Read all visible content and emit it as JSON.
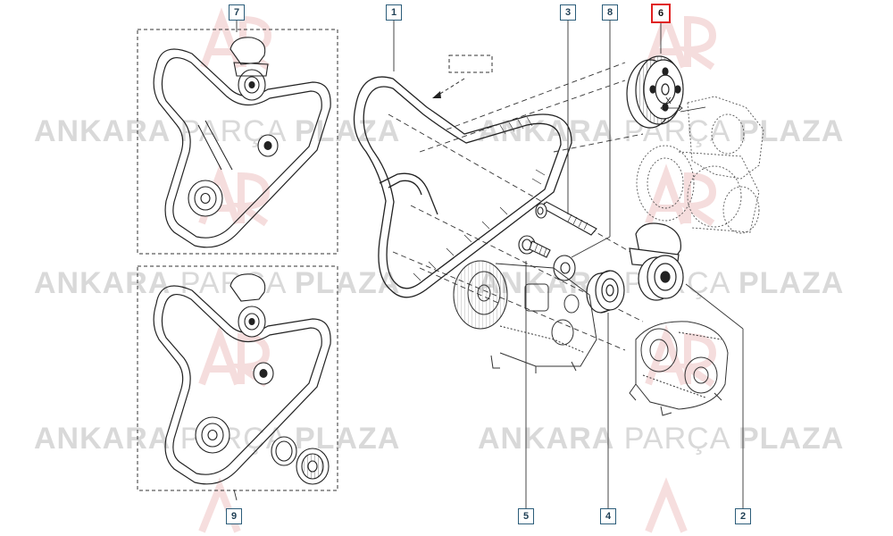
{
  "watermark": {
    "bold": "ANKARA",
    "light": "PARÇA",
    "bold2": "PLAZA"
  },
  "callouts": {
    "c1": "1",
    "c2": "2",
    "c3": "3",
    "c4": "4",
    "c5": "5",
    "c6": "6",
    "c7": "7",
    "c8": "8",
    "c9": "9"
  },
  "dimension_label": "X",
  "colors": {
    "line": "#222222",
    "callout_border": "#2c5d7a",
    "highlight": "#e02020",
    "watermark": "#d9d9d9"
  }
}
